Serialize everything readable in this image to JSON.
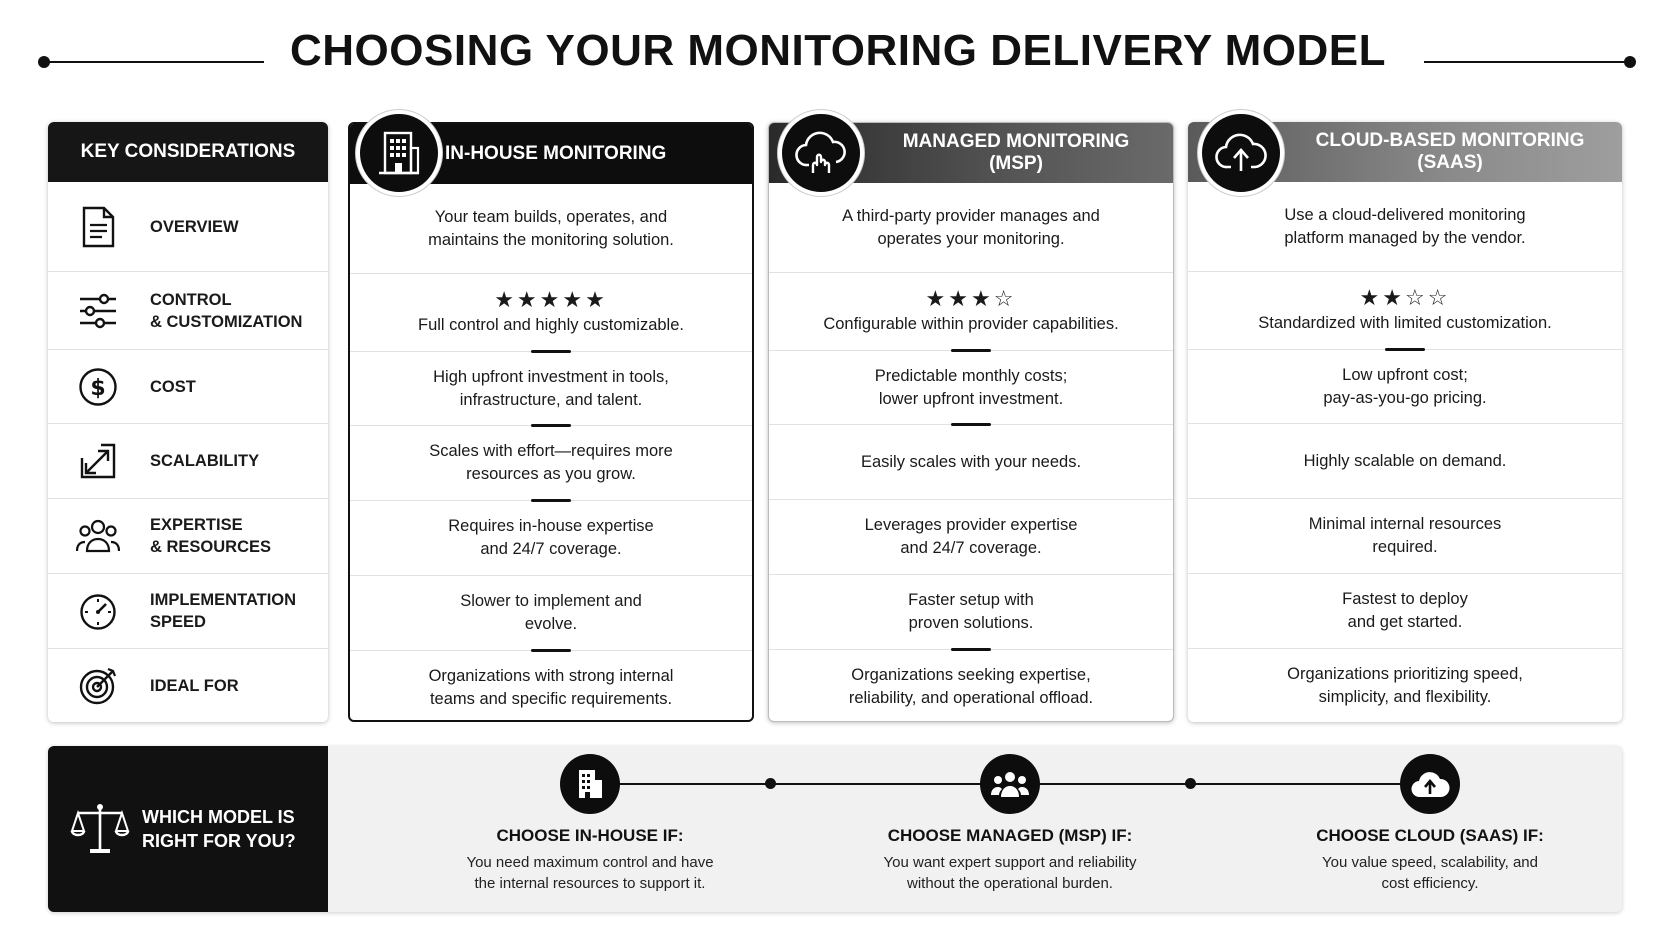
{
  "title": "CHOOSING YOUR MONITORING DELIVERY MODEL",
  "keys": {
    "header": "KEY CONSIDERATIONS",
    "items": [
      {
        "label": "OVERVIEW",
        "icon": "document-icon"
      },
      {
        "label": "CONTROL\n& CUSTOMIZATION",
        "icon": "sliders-icon"
      },
      {
        "label": "COST",
        "icon": "dollar-icon"
      },
      {
        "label": "SCALABILITY",
        "icon": "expand-arrow-icon"
      },
      {
        "label": "EXPERTISE\n& RESOURCES",
        "icon": "people-icon"
      },
      {
        "label": "IMPLEMENTATION\nSPEED",
        "icon": "stopwatch-icon"
      },
      {
        "label": "IDEAL FOR",
        "icon": "target-icon"
      }
    ]
  },
  "inhouse": {
    "header": "IN-HOUSE MONITORING",
    "icon": "building-icon",
    "stars": "★★★★★",
    "rows": [
      "Your team builds, operates, and\nmaintains the monitoring solution.",
      "Full control and highly customizable.",
      "High upfront investment in tools,\ninfrastructure, and talent.",
      "Scales with effort—requires more\nresources as you grow.",
      "Requires in-house expertise\nand 24/7 coverage.",
      "Slower to implement and\nevolve.",
      "Organizations with strong internal\nteams and specific requirements."
    ]
  },
  "msp": {
    "header": "MANAGED MONITORING\n(MSP)",
    "icon": "cloud-hand-icon",
    "stars": "★★★☆",
    "rows": [
      "A third-party provider manages and\noperates your monitoring.",
      "Configurable within provider capabilities.",
      "Predictable monthly costs;\nlower upfront investment.",
      "Easily scales with your needs.",
      "Leverages provider expertise\nand 24/7 coverage.",
      "Faster setup with\nproven solutions.",
      "Organizations seeking expertise,\nreliability, and operational offload."
    ]
  },
  "saas": {
    "header": "CLOUD-BASED MONITORING\n(SAAS)",
    "icon": "cloud-upload-icon",
    "stars": "★★☆☆",
    "rows": [
      "Use a cloud-delivered monitoring\nplatform managed by the vendor.",
      "Standardized with limited customization.",
      "Low upfront cost;\npay-as-you-go pricing.",
      "Highly scalable on demand.",
      "Minimal internal resources\nrequired.",
      "Fastest to deploy\nand get started.",
      "Organizations prioritizing speed,\nsimplicity, and flexibility."
    ]
  },
  "banner": {
    "question": "WHICH MODEL IS\nRIGHT FOR YOU?",
    "choices": [
      {
        "title": "CHOOSE IN-HOUSE IF:",
        "desc": "You need maximum control and have\nthe internal resources to support it.",
        "icon": "building-icon"
      },
      {
        "title": "CHOOSE MANAGED (MSP) IF:",
        "desc": "You want expert support and reliability\nwithout the operational burden.",
        "icon": "team-icon"
      },
      {
        "title": "CHOOSE CLOUD (SAAS) IF:",
        "desc": "You value speed, scalability, and\ncost efficiency.",
        "icon": "cloud-upload-icon"
      }
    ]
  }
}
